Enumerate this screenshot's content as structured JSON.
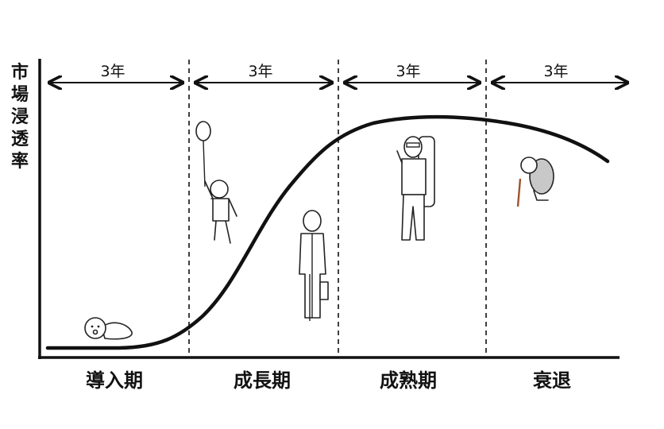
{
  "diagram": {
    "y_axis_label": [
      "市",
      "場",
      "浸",
      "透",
      "率"
    ],
    "periods": [
      {
        "duration": "3年",
        "stage": "導入期"
      },
      {
        "duration": "3年",
        "stage": "成長期"
      },
      {
        "duration": "3年",
        "stage": "成熟期"
      },
      {
        "duration": "3年",
        "stage": "衰退"
      }
    ],
    "colors": {
      "line": "#111111",
      "figure_fill": "#c8c8c8"
    }
  }
}
